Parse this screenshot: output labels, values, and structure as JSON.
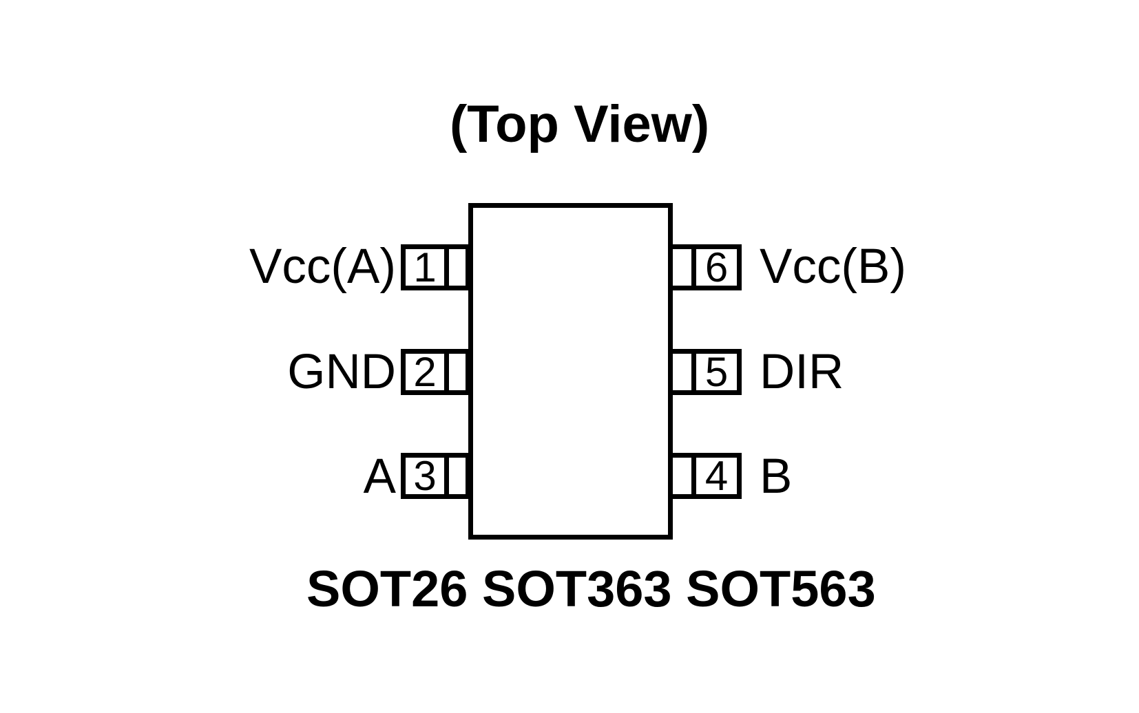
{
  "title": "(Top View)",
  "footer": "SOT26 SOT363 SOT563",
  "package": {
    "view": "Top View",
    "pin_count": 6,
    "left_pins": [
      {
        "number": "1",
        "label": "Vcc(A)"
      },
      {
        "number": "2",
        "label": "GND"
      },
      {
        "number": "3",
        "label": "A"
      }
    ],
    "right_pins": [
      {
        "number": "6",
        "label": "Vcc(B)"
      },
      {
        "number": "5",
        "label": "DIR"
      },
      {
        "number": "4",
        "label": "B"
      }
    ]
  },
  "colors": {
    "line": "#000000",
    "text": "#000000",
    "background": "#ffffff"
  }
}
